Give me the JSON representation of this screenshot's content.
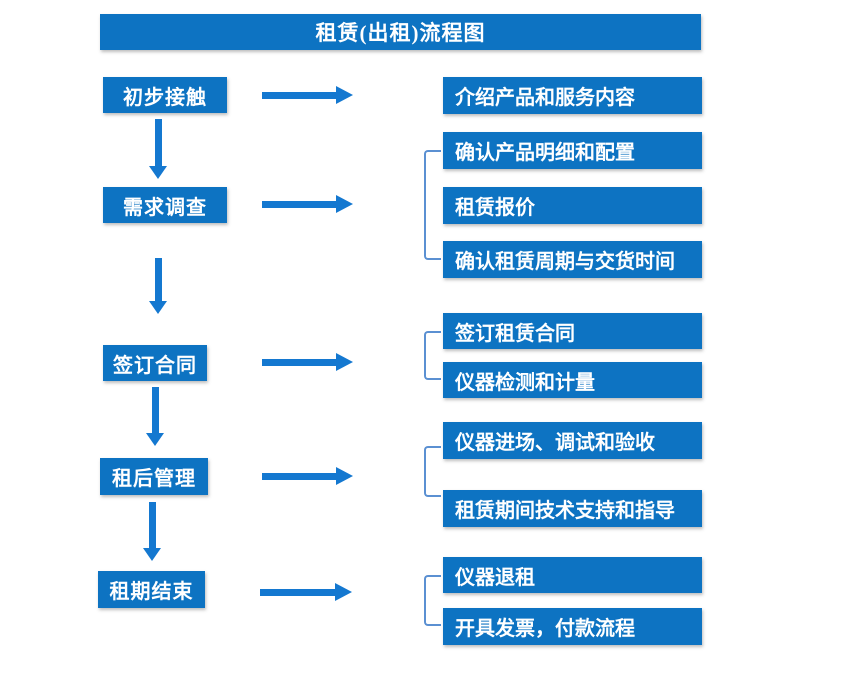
{
  "title": "租赁(出租)流程图",
  "colors": {
    "box_blue": "#0d73c2",
    "arrow_blue": "#1478d0",
    "bracket_blue": "#5b90d2",
    "text_white": "#ffffff"
  },
  "flow": {
    "stages": [
      {
        "label": "初步接触",
        "details": [
          "介绍产品和服务内容"
        ]
      },
      {
        "label": "需求调查",
        "details": [
          "确认产品明细和配置",
          "租赁报价",
          "确认租赁周期与交货时间"
        ]
      },
      {
        "label": "签订合同",
        "details": [
          "签订租赁合同",
          "仪器检测和计量"
        ]
      },
      {
        "label": "租后管理",
        "details": [
          "仪器进场、调试和验收",
          "租赁期间技术支持和指导"
        ]
      },
      {
        "label": "租期结束",
        "details": [
          "仪器退租",
          "开具发票，付款流程"
        ]
      }
    ]
  }
}
